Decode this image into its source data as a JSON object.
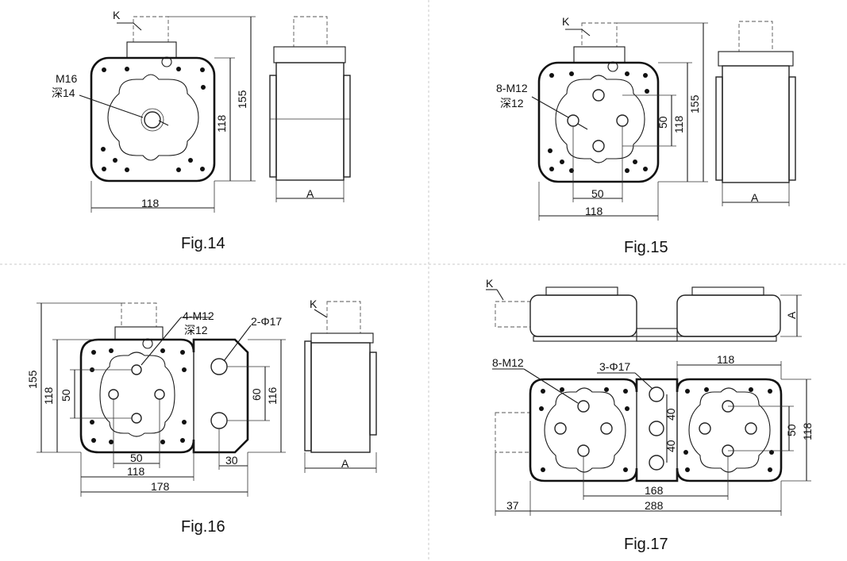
{
  "figures": {
    "fig14": {
      "caption": "Fig.14",
      "k": "K",
      "thread": "M16",
      "depth": "深14",
      "width": "118",
      "h_inner": "118",
      "h_outer": "155",
      "side": "A"
    },
    "fig15": {
      "caption": "Fig.15",
      "k": "K",
      "thread": "8-M12",
      "depth": "深12",
      "bolt_w": "50",
      "width": "118",
      "bolt_h": "50",
      "h_inner": "118",
      "h_outer": "155",
      "side": "A"
    },
    "fig16": {
      "caption": "Fig.16",
      "k": "K",
      "thread": "4-M12",
      "depth": "深12",
      "holes": "2-Φ17",
      "h_outer": "155",
      "h_inner": "118",
      "bolt_h": "50",
      "hole_spacing": "60",
      "ext_h": "116",
      "bolt_w": "50",
      "width": "118",
      "total": "178",
      "ext_w": "30",
      "side": "A"
    },
    "fig17": {
      "caption": "Fig.17",
      "k": "K",
      "side": "A",
      "thread": "8-M12",
      "holes": "3-Φ17",
      "width": "118",
      "hole_spacing_1": "40",
      "hole_spacing_2": "40",
      "bolt_h": "50",
      "h_inner": "118",
      "spacing": "168",
      "total": "288",
      "offset": "37"
    }
  }
}
